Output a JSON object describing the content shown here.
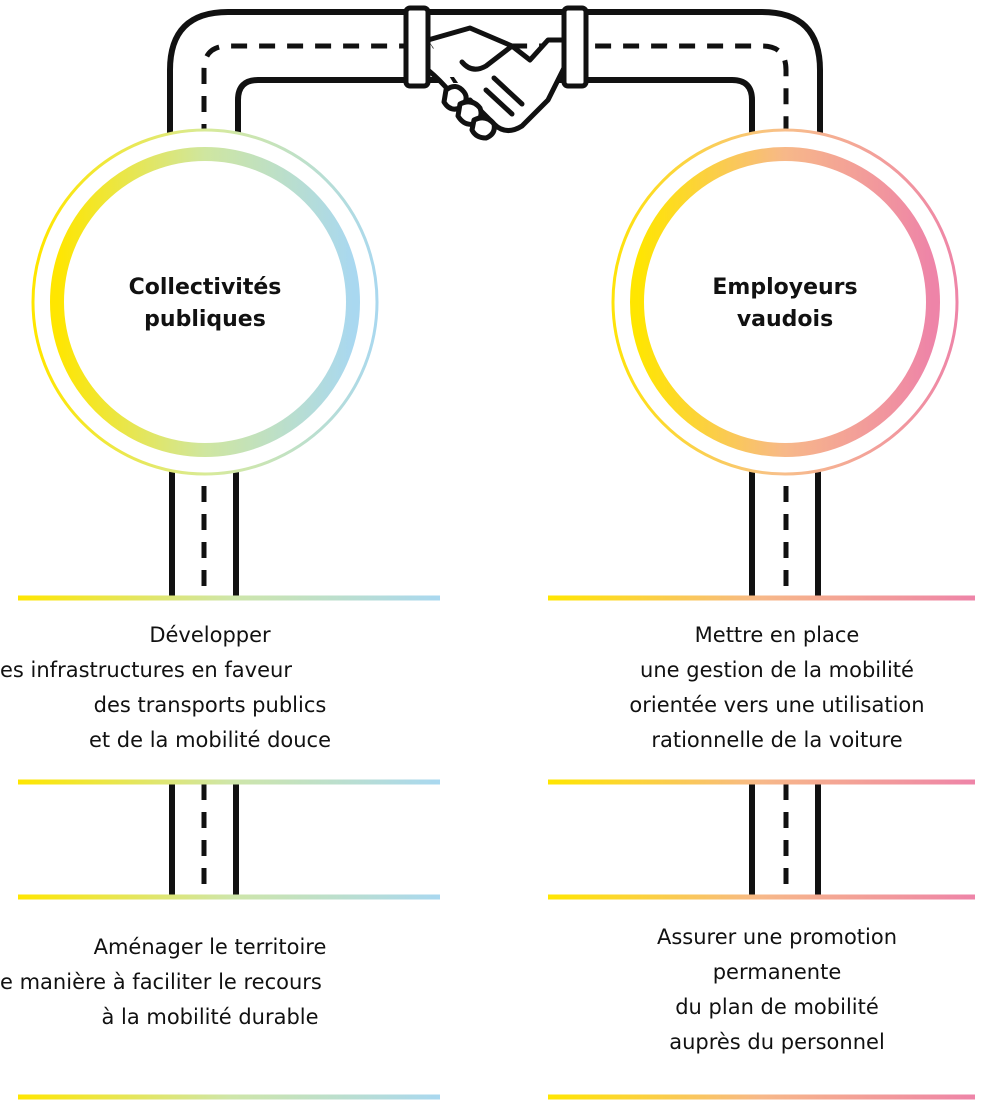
{
  "left_column": {
    "title_lines": [
      "Collectivités",
      "publiques"
    ],
    "action_1_lines": [
      "Développer",
      "es infrastructures en faveur",
      "des transports publics",
      "et de la mobilité douce"
    ],
    "action_2_lines": [
      "Aménager le territoire",
      "e manière à faciliter le recours",
      "à la mobilité durable"
    ],
    "gradient_colors": [
      "#ffe600",
      "#cfe6a0",
      "#a9d8f0"
    ]
  },
  "right_column": {
    "title_lines": [
      "Employeurs",
      "vaudois"
    ],
    "action_1_lines": [
      "Mettre en place",
      "une gestion de la mobilité",
      "orientée vers une utilisation",
      "rationnelle de la voiture"
    ],
    "action_2_lines": [
      "Assurer une promotion",
      "permanente",
      "du plan de mobilité",
      "auprès du personnel"
    ],
    "gradient_colors": [
      "#ffe600",
      "#f7b889",
      "#ee84a8"
    ]
  },
  "icons": {
    "center": "handshake-icon"
  }
}
